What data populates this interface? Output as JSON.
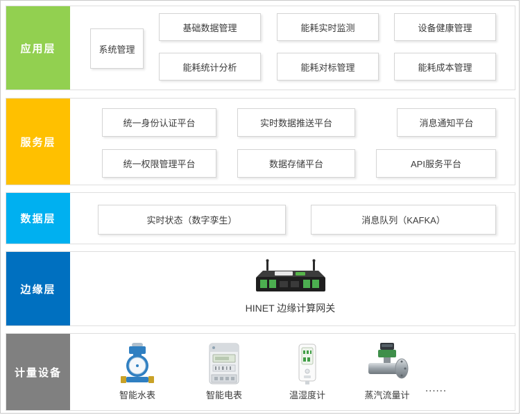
{
  "layers": {
    "application": {
      "label": "应用层",
      "color": "#92D050",
      "system_box": "系统管理",
      "boxes": [
        "基础数据管理",
        "能耗实时监测",
        "设备健康管理",
        "能耗统计分析",
        "能耗对标管理",
        "能耗成本管理"
      ]
    },
    "service": {
      "label": "服务层",
      "color": "#FFC000",
      "boxes": [
        "统一身份认证平台",
        "实时数据推送平台",
        "消息通知平台",
        "统一权限管理平台",
        "数据存储平台",
        "API服务平台"
      ]
    },
    "data": {
      "label": "数据层",
      "color": "#00B0F0",
      "boxes": [
        "实时状态（数字孪生）",
        "消息队列（KAFKA）"
      ]
    },
    "edge": {
      "label": "边缘层",
      "color": "#0070C0",
      "gateway_caption": "HINET 边缘计算网关"
    },
    "metering": {
      "label": "计量设备",
      "color": "#808080",
      "devices": [
        "智能水表",
        "智能电表",
        "温湿度计",
        "蒸汽流量计"
      ],
      "more": "......"
    }
  }
}
